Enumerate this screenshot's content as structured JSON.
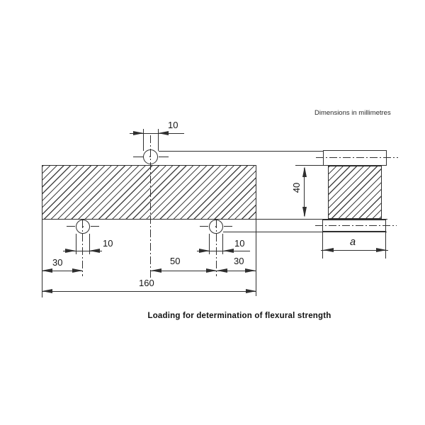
{
  "note": "Dimensions in millimetres",
  "caption": "Loading for determination of flexural strength",
  "colors": {
    "background": "#ffffff",
    "line": "#2f2f2f",
    "text": "#1a1a1a"
  },
  "figure": {
    "type": "technical-drawing",
    "views": [
      "side-view-with-loading-rollers",
      "end-view-of-specimen"
    ],
    "dimensions": {
      "top_roller_diameter": "10",
      "bottom_left_roller_diameter": "10",
      "bottom_right_roller_diameter": "10",
      "left_support_offset": "30",
      "centre_to_right_support": "50",
      "right_support_offset": "30",
      "total_length": "160",
      "specimen_height": "40",
      "specimen_width": "a"
    }
  }
}
